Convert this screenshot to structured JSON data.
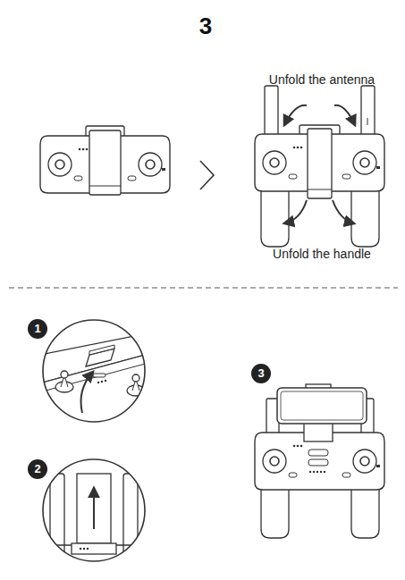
{
  "diagram": {
    "title": "3",
    "labels": [
      "Unfold the antenna",
      "Unfold the handle",
      "1",
      "2",
      "3"
    ]
  }
}
